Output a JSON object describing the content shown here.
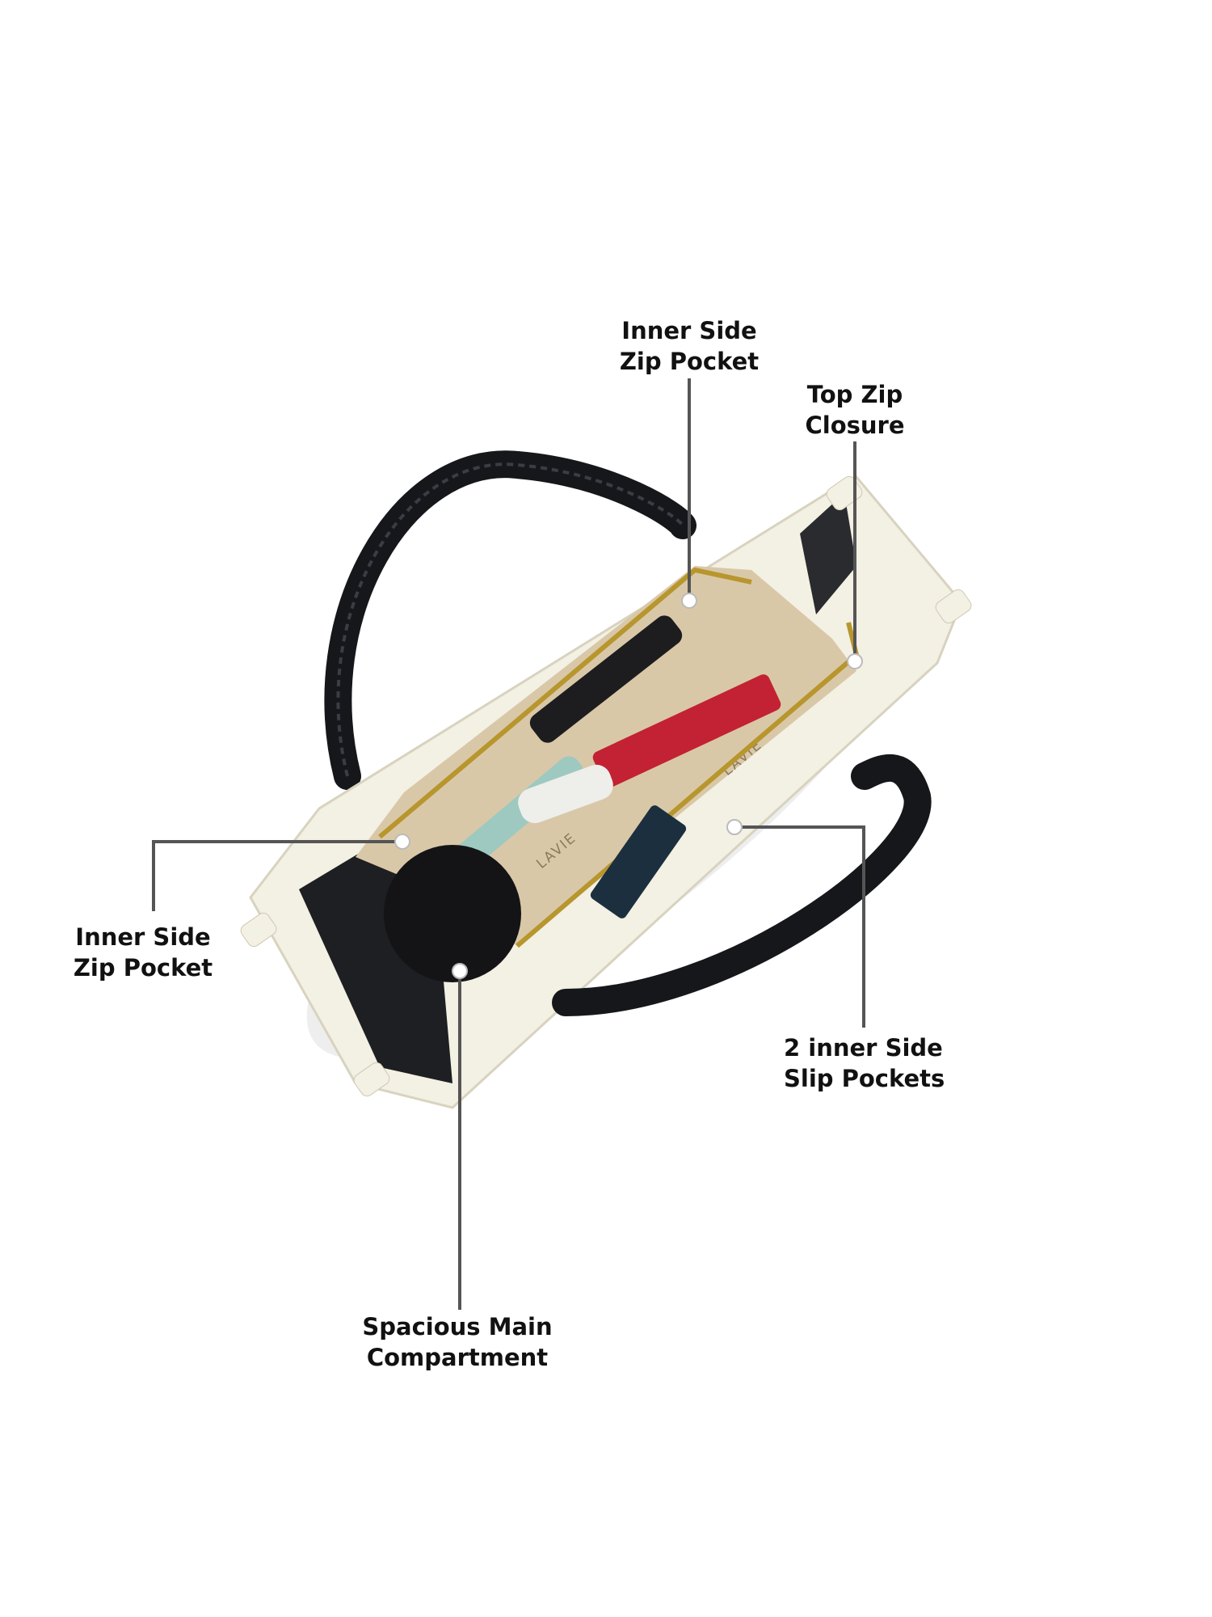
{
  "annotations": [
    {
      "id": "top-inner-side-zip-pocket",
      "line1": "Inner Side",
      "line2": "Zip Pocket"
    },
    {
      "id": "top-zip-closure",
      "line1": "Top Zip",
      "line2": "Closure"
    },
    {
      "id": "left-inner-side-zip-pocket",
      "line1": "Inner Side",
      "line2": "Zip Pocket"
    },
    {
      "id": "inner-side-slip-pockets",
      "line1": "2 inner Side",
      "line2": "Slip Pockets"
    },
    {
      "id": "spacious-main-compartment",
      "line1": "Spacious Main",
      "line2": "Compartment"
    }
  ],
  "product": {
    "brand_print": "LAVIE"
  },
  "colors": {
    "leader_line": "#555555",
    "bag_body": "#f3f0e4",
    "handle": "#15171b",
    "lining": "#d9c8a8",
    "zipper": "#b8962e"
  }
}
